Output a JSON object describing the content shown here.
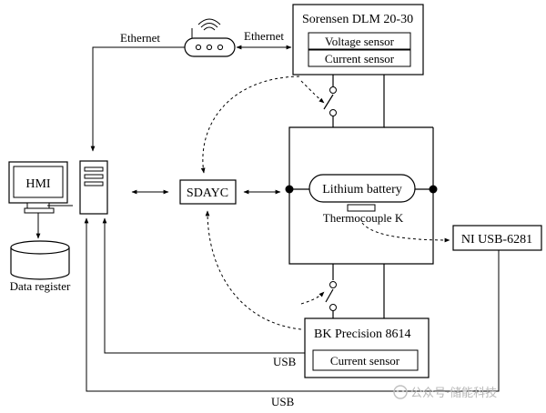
{
  "labels": {
    "ethernet_left": "Ethernet",
    "ethernet_right": "Ethernet",
    "sorensen_title": "Sorensen DLM 20-30",
    "voltage_sensor": "Voltage sensor",
    "current_sensor_top": "Current sensor",
    "hmi": "HMI",
    "data_register": "Data register",
    "sdayc": "SDAYC",
    "battery": "Lithium battery",
    "thermocouple": "Thermocouple K",
    "ni_usb": "NI USB-6281",
    "bk_title": "BK Precision 8614",
    "current_sensor_bottom": "Current sensor",
    "usb_1": "USB",
    "usb_2": "USB"
  },
  "watermark": "公众号·储能科技",
  "colors": {
    "line": "#000000",
    "background": "#ffffff",
    "watermark": "#b8b8b8"
  }
}
